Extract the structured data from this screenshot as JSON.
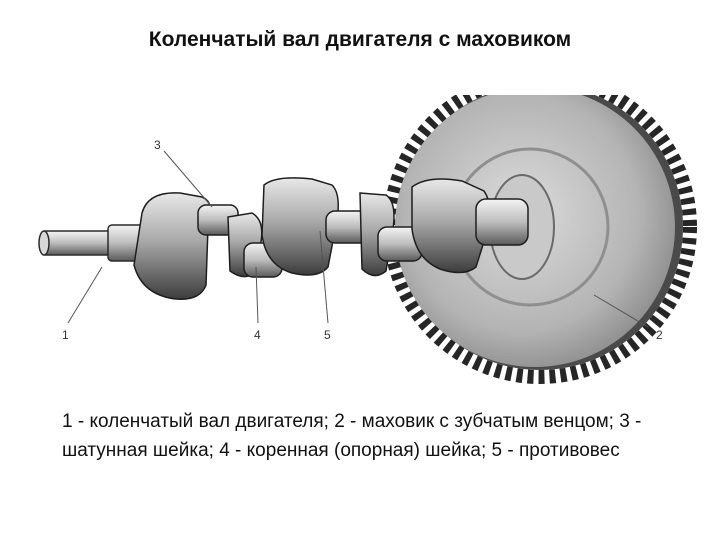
{
  "slide": {
    "title": "Коленчатый вал двигателя с маховиком",
    "caption": "1 - коленчатый вал двигателя; 2 - маховик с зубчатым венцом; 3 - шатунная шейка; 4 - коренная (опорная) шейка; 5 - противовес"
  },
  "figure": {
    "callouts": [
      "1",
      "2",
      "3",
      "4",
      "5"
    ]
  }
}
